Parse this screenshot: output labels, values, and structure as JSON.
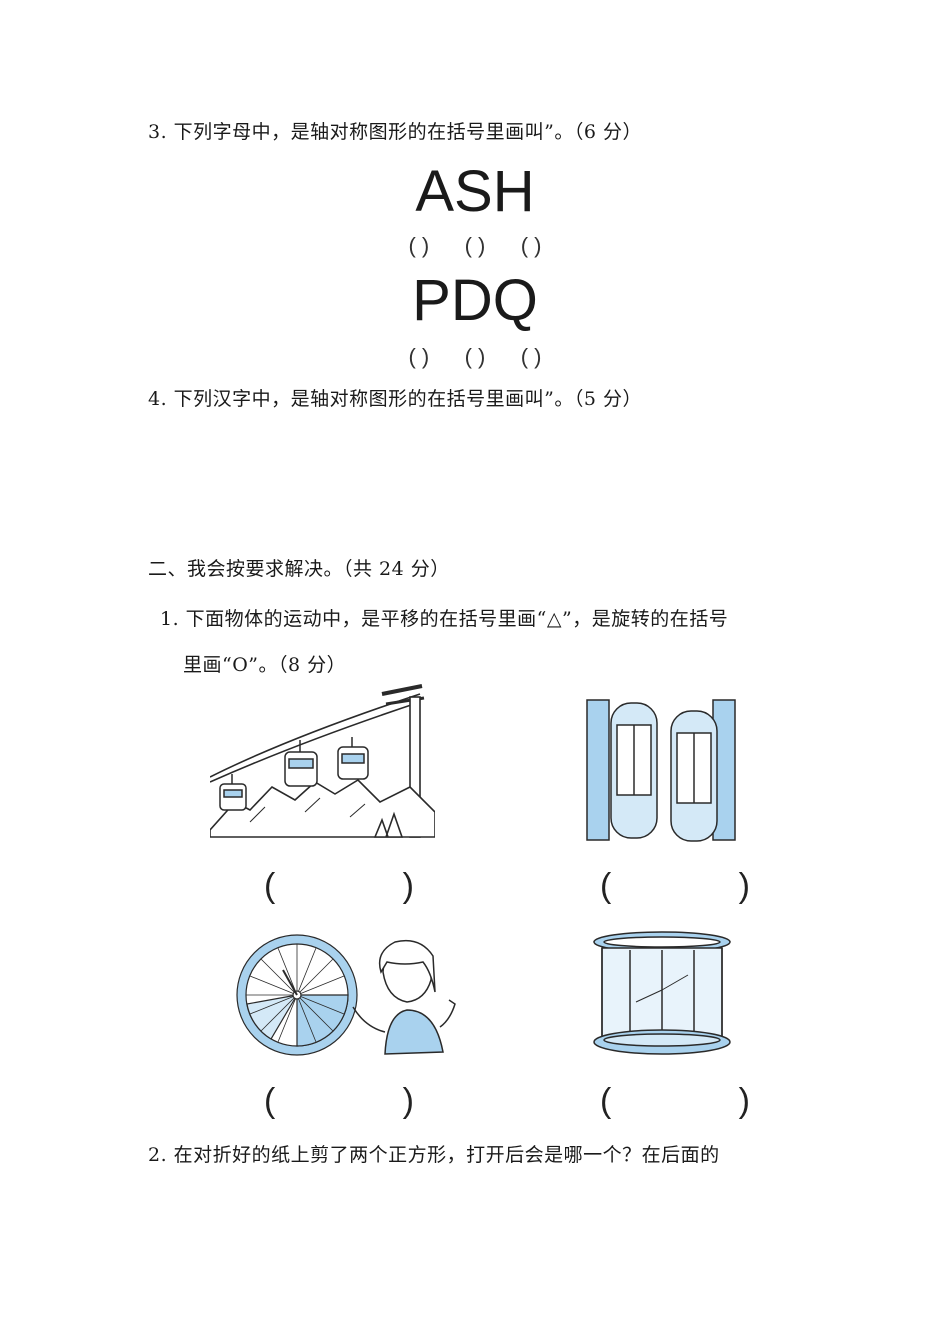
{
  "q3": {
    "text": "3. 下列字母中，是轴对称图形的在括号里画叫”。（6 分）",
    "row1": "ASH",
    "row2": "PDQ",
    "parens": [
      "( )",
      "( )",
      "( )"
    ]
  },
  "q4": {
    "text": "4. 下列汉字中，是轴对称图形的在括号里画叫”。（5 分）"
  },
  "section2": {
    "heading": "二、我会按要求解决。（共 24 分）",
    "q1_line1": "1. 下面物体的运动中，是平移的在括号里画“△”，是旋转的在括号",
    "q1_line2": "里画“O”。（8 分）",
    "answer_open": "(",
    "answer_close": ")",
    "q2_text": "2. 在对折好的纸上剪了两个正方形，打开后会是哪一个？在后面的"
  },
  "colors": {
    "accent_blue": "#a9d2ee",
    "line": "#2a2a2a"
  }
}
